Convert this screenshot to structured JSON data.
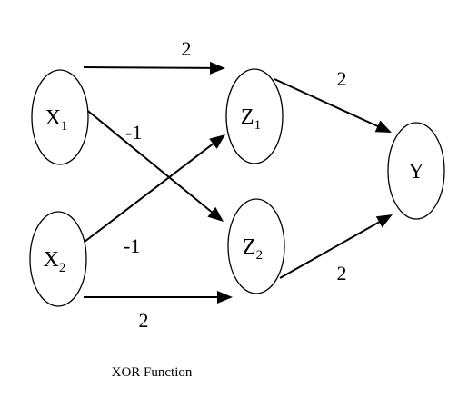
{
  "diagram": {
    "nodes": [
      {
        "id": "x1",
        "label": "X",
        "subscript": "1"
      },
      {
        "id": "x2",
        "label": "X",
        "subscript": "2"
      },
      {
        "id": "z1",
        "label": "Z",
        "subscript": "1"
      },
      {
        "id": "z2",
        "label": "Z",
        "subscript": "2"
      },
      {
        "id": "y",
        "label": "Y",
        "subscript": ""
      }
    ],
    "edges": [
      {
        "from": "x1",
        "to": "z1",
        "weight": "2"
      },
      {
        "from": "x1",
        "to": "z2",
        "weight": "-1"
      },
      {
        "from": "x2",
        "to": "z1",
        "weight": "-1"
      },
      {
        "from": "x2",
        "to": "z2",
        "weight": "2"
      },
      {
        "from": "z1",
        "to": "y",
        "weight": "2"
      },
      {
        "from": "z2",
        "to": "y",
        "weight": "2"
      }
    ],
    "caption": "XOR Function",
    "colors": {
      "stroke": "#000000",
      "background": "#ffffff"
    }
  }
}
